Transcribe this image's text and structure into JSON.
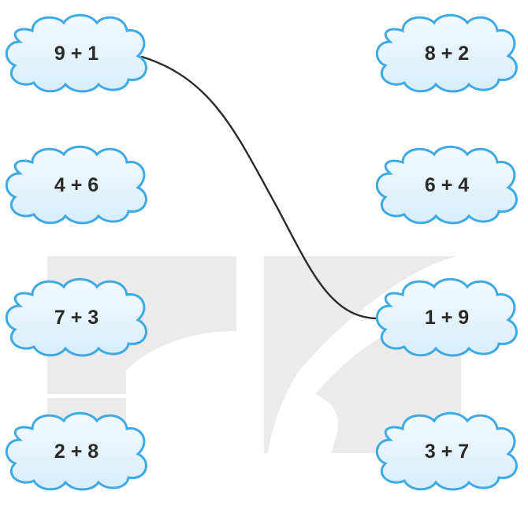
{
  "left_column": [
    {
      "expression": "9 + 1"
    },
    {
      "expression": "4 + 6"
    },
    {
      "expression": "7 + 3"
    },
    {
      "expression": "2 + 8"
    }
  ],
  "right_column": [
    {
      "expression": "8 + 2"
    },
    {
      "expression": "6 + 4"
    },
    {
      "expression": "1 + 9"
    },
    {
      "expression": "3 + 7"
    }
  ],
  "connections": [
    {
      "from": "9 + 1",
      "to": "1 + 9"
    }
  ],
  "colors": {
    "cloud_fill": "#e6f4fc",
    "cloud_stroke": "#3fa9e4",
    "text": "#2a2a2a",
    "line": "#2b2b2b",
    "watermark": "#e8e8e8"
  }
}
